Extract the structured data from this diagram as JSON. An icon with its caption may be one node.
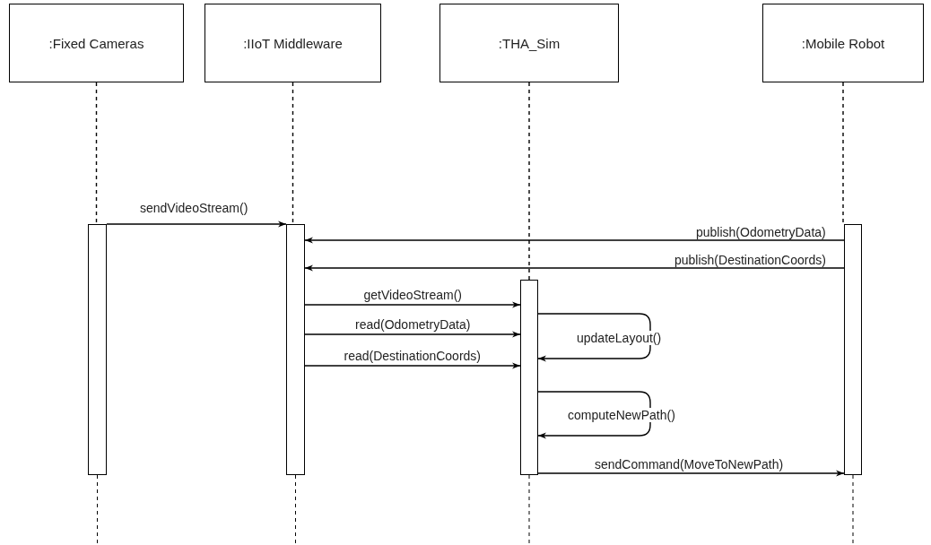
{
  "diagram": {
    "nodes": [
      {
        "text": [
          ":Fixed Cameras"
        ]
      },
      {
        "text": [
          ":IIoT Middleware"
        ]
      },
      {
        "text": [
          ":THA_Sim"
        ]
      },
      {
        "text": [
          ":Mobile Robot"
        ]
      },
      {
        "text": [],
        "shape": "bar"
      },
      {
        "text": [],
        "shape": "bar"
      },
      {
        "text": [],
        "shape": "bar"
      },
      {
        "text": [],
        "shape": "bar"
      }
    ],
    "edges": [
      {
        "from": 0,
        "to": 4,
        "arrow": "none",
        "style": "dashed"
      },
      {
        "from": 1,
        "to": 5,
        "arrow": "none",
        "style": "dashed"
      },
      {
        "from": 2,
        "to": 6,
        "arrow": "none",
        "style": "dashed"
      },
      {
        "from": 3,
        "to": 7,
        "arrow": "none",
        "style": "dashed"
      },
      {
        "from": 4,
        "to": 5,
        "arrow": "to",
        "label": "sendVideoStream()"
      },
      {
        "from": 7,
        "to": 5,
        "arrow": "to",
        "label": "publish(OdometryData)"
      },
      {
        "from": 7,
        "to": 5,
        "arrow": "to",
        "label": "publish(DestinationCoords)"
      },
      {
        "from": 5,
        "to": 6,
        "arrow": "to",
        "label": "getVideoStream()"
      },
      {
        "from": 5,
        "to": 6,
        "arrow": "to",
        "label": "read(OdometryData)"
      },
      {
        "from": 5,
        "to": 6,
        "arrow": "to",
        "label": "read(DestinationCoords)"
      },
      {
        "from": 6,
        "to": 6,
        "arrow": "to",
        "label": "updateLayout()"
      },
      {
        "from": 6,
        "to": 6,
        "arrow": "to",
        "label": "computeNewPath()"
      },
      {
        "from": 6,
        "to": 7,
        "arrow": "to",
        "label": "sendCommand(MoveToNewPath)"
      }
    ]
  }
}
